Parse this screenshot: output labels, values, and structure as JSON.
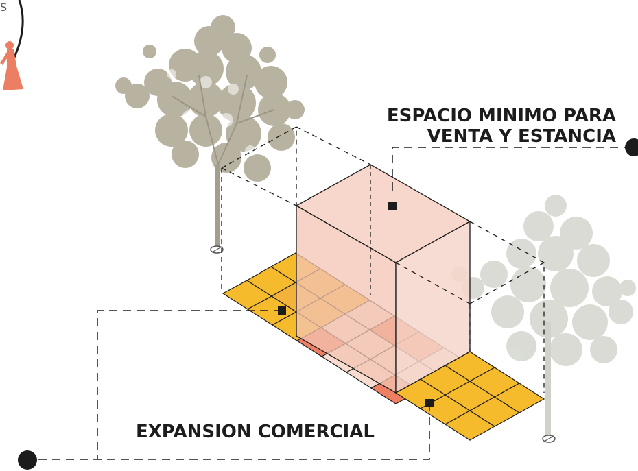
{
  "diagram": {
    "labels": {
      "space_line1": "ESPACIO MINIMO PARA",
      "space_line2": "VENTA Y ESTANCIA",
      "expansion": "EXPANSION COMERCIAL",
      "corner_letter": "S"
    },
    "colors": {
      "yellow": "#f6bb2c",
      "orange_dark": "#ee7f62",
      "salmon": "#f4c2b2",
      "salmon_light": "#f7dccf",
      "box_fill": "#f5d7cb",
      "figure": "#ec7f63",
      "tree_left": "#a7a18f",
      "tree_right": "#d7d9d2",
      "line": "#1c1c1c"
    },
    "icons": [
      "tree-left-icon",
      "tree-right-icon",
      "person-icon"
    ]
  }
}
